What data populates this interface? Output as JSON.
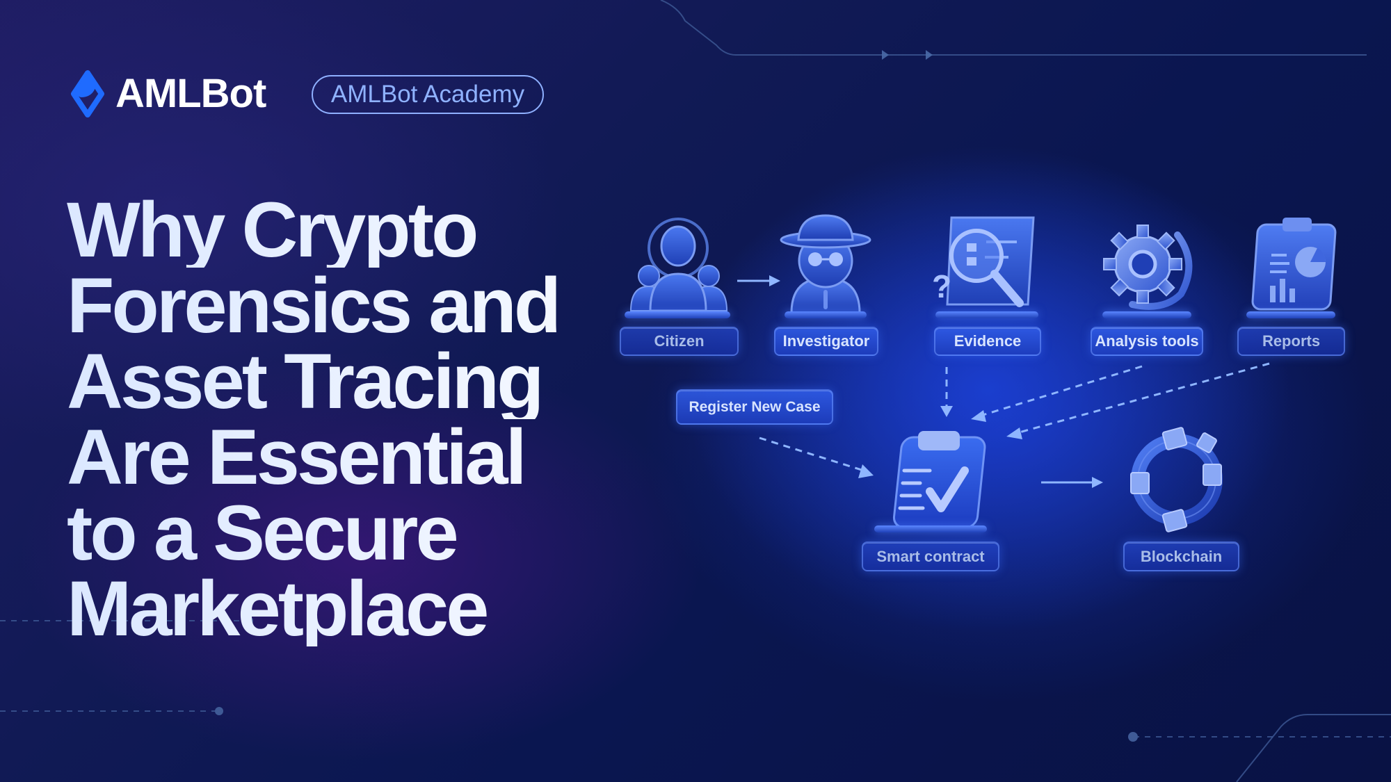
{
  "brand": {
    "name": "AMLBot",
    "badge": "AMLBot Academy",
    "accent_color": "#1f6bff"
  },
  "headline": {
    "lines": [
      "Why Crypto",
      "Forensics and",
      "Asset Tracing",
      "Are Essential",
      "to a Secure",
      "Marketplace"
    ]
  },
  "diagram": {
    "top_row": [
      {
        "label": "Citizen",
        "icon": "citizen-group-icon"
      },
      {
        "label": "Investigator",
        "icon": "detective-icon"
      },
      {
        "label": "Evidence",
        "icon": "document-magnifier-icon"
      },
      {
        "label": "Analysis tools",
        "icon": "gear-icon"
      },
      {
        "label": "Reports",
        "icon": "report-clipboard-icon"
      }
    ],
    "register_case": "Register New Case",
    "smart_contract": {
      "label": "Smart contract",
      "icon": "clipboard-check-icon"
    },
    "blockchain": {
      "label": "Blockchain",
      "icon": "blockchain-ring-icon"
    }
  },
  "colors": {
    "background_dark": "#0a1650",
    "background_purple": "#2a1670",
    "headline": "#e6efff",
    "pill_border": "#8fb0ff",
    "diagram_blue": "#2a55e0",
    "connector": "#8fb6ff"
  }
}
